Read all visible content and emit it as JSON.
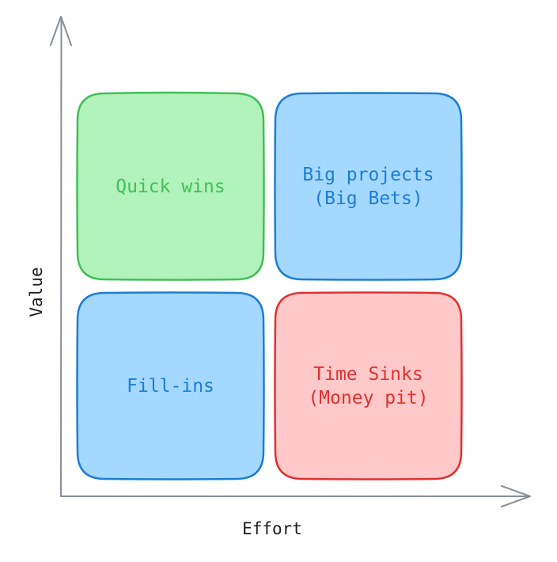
{
  "axes": {
    "x_label": "Effort",
    "y_label": "Value",
    "color": "#868e96"
  },
  "quadrants": {
    "quick_wins": {
      "label": "Quick wins",
      "fill": "#b2f2bb",
      "stroke": "#40c057"
    },
    "big_projects": {
      "label": "Big projects\n(Big Bets)",
      "fill": "#a5d8ff",
      "stroke": "#1c7ed6"
    },
    "fill_ins": {
      "label": "Fill-ins",
      "fill": "#a5d8ff",
      "stroke": "#1c7ed6"
    },
    "time_sinks": {
      "label": "Time Sinks\n(Money pit)",
      "fill": "#ffc9c9",
      "stroke": "#e03131"
    }
  }
}
